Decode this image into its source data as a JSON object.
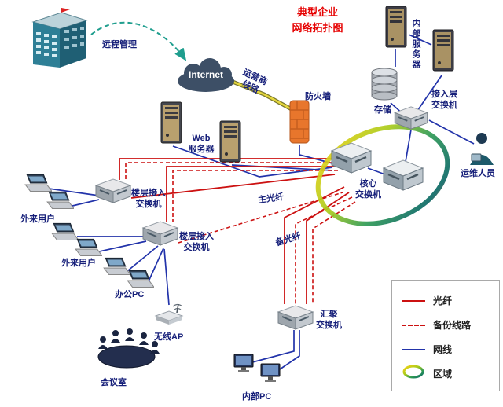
{
  "title": {
    "line1": "典型企业",
    "line2": "网络拓扑图"
  },
  "labels": {
    "remote_mgmt": "远程管理",
    "internet": "Internet",
    "carrier_l1": "运营商",
    "carrier_l2": "线路",
    "firewall": "防火墙",
    "web_l1": "Web",
    "web_l2": "服务器",
    "internal_server": "内部服务器",
    "storage": "存储",
    "access_l1": "接入层",
    "access_l2": "交换机",
    "ops": "运维人员",
    "core_l1": "核心",
    "core_l2": "交换机",
    "floor1_l1": "楼层接入",
    "floor1_l2": "交换机",
    "floor2_l1": "楼层接入",
    "floor2_l2": "交换机",
    "ext_user1": "外来用户",
    "ext_user2": "外来用户",
    "office_pc": "办公PC",
    "wireless_ap": "无线AP",
    "meeting_room": "会议室",
    "agg_l1": "汇聚",
    "agg_l2": "交换机",
    "internal_pc": "内部PC",
    "main_fiber": "主光纤",
    "backup_fiber": "备光纤"
  },
  "legend": {
    "items": [
      {
        "label": "光纤",
        "style": "solid-red"
      },
      {
        "label": "备份线路",
        "style": "dashed-red"
      },
      {
        "label": "网线",
        "style": "solid-blue"
      },
      {
        "label": "区域",
        "style": "ring"
      }
    ]
  },
  "colors": {
    "fiber": "#cc1111",
    "backup_line": "#cc1111",
    "network_cable": "#2233aa",
    "carrier_line": "#e4d63e",
    "remote_mgmt_arrow": "#1f9e8e",
    "title": "#e60000",
    "label": "#17207a"
  }
}
